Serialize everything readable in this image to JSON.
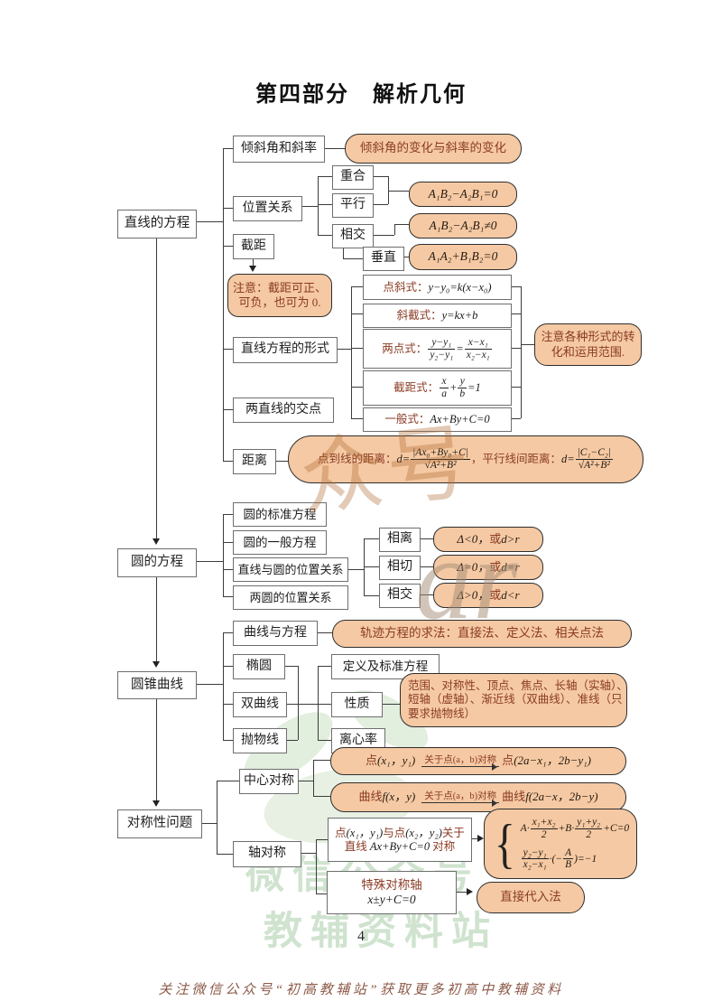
{
  "title": "第四部分　解析几何",
  "page_number": "4",
  "footer": "关注微信公众号“初高教辅站”获取更多初高中教辅资料",
  "colors": {
    "pill_fill": "#f5c9a3",
    "pill_border": "#2e2e2e",
    "pill_text": "#8a3b24",
    "box_border": "#6e6e6e",
    "watermark_green": "#cfe3cf",
    "footer_text": "#8d5a49"
  },
  "watermarks": {
    "brush": "众号",
    "script_letters": "ar",
    "wechat_account": "微信公众号",
    "site_name": "教辅资料站"
  },
  "line_section": {
    "root": "直线的方程",
    "slope_label": "倾斜角和斜率",
    "slope_note": "倾斜角的变化与斜率的变化",
    "position_label": "位置关系",
    "coincide": "重合",
    "parallel": "平行",
    "intersect": "相交",
    "perpendicular": "垂直",
    "eq_coincide_parallel": "A₁B₂−A₂B₁=0",
    "eq_intersect": "A₁B₂−A₂B₁≠0",
    "eq_perpendicular": "A₁A₂+B₁B₂=0",
    "intercept_label": "截距",
    "intercept_note1": "注意：截距可正、",
    "intercept_note2": "可负，也可为 0.",
    "forms_label": "直线方程的形式",
    "point_slope_label": "点斜式：",
    "point_slope_formula": "y−y₀=k(x−x₀)",
    "slope_intercept_label": "斜截式：",
    "slope_intercept_formula": "y=kx+b",
    "two_point_label": "两点式：",
    "two_point_num1": "y−y₁",
    "two_point_den1": "y₂−y₁",
    "two_point_eq": "=",
    "two_point_num2": "x−x₁",
    "two_point_den2": "x₂−x₁",
    "intercept_form_label": "截距式：",
    "intercept_form_num1": "x",
    "intercept_form_den1": "a",
    "intercept_form_plus": "+",
    "intercept_form_num2": "y",
    "intercept_form_den2": "b",
    "intercept_form_eq": "=1",
    "general_label": "一般式：",
    "general_formula": "Ax+By+C=0",
    "forms_note1": "注意各种形式的转",
    "forms_note2": "化和运用范围.",
    "intersection_label": "两直线的交点",
    "distance_label": "距离",
    "distance_point_label": "点到线的距离：",
    "distance_d1": "d=",
    "distance_num1": "|Ax₀+By₀+C|",
    "sqrt_sign": "√",
    "distance_rad1": "A²+B²",
    "distance_sep": "，",
    "distance_parallel_label": "平行线间距离：",
    "distance_d2": "d=",
    "distance_num2": "|C₁−C₂|",
    "distance_rad2": "A²+B²"
  },
  "circle_section": {
    "root": "圆的方程",
    "standard": "圆的标准方程",
    "general": "圆的一般方程",
    "line_circle": "直线与圆的位置关系",
    "two_circles": "两圆的位置关系",
    "separate_label": "相离",
    "separate_pre": "Δ<0，",
    "separate_or": "或",
    "separate_post": " d>r",
    "tangent_label": "相切",
    "tangent_pre": "Δ=0，",
    "tangent_or": "或",
    "tangent_post": " d=r",
    "intersect_label": "相交",
    "intersect_pre": "Δ>0，",
    "intersect_or": "或",
    "intersect_post": " d<r"
  },
  "conic_section": {
    "root": "圆锥曲线",
    "curve_label": "曲线与方程",
    "curve_note": "轨迹方程的求法：直接法、定义法、相关点法",
    "ellipse": "椭圆",
    "hyperbola": "双曲线",
    "parabola": "抛物线",
    "definition": "定义及标准方程",
    "property": "性质",
    "eccentricity": "离心率",
    "property_note1": "范围、对称性、顶点、焦点、长轴（实轴）、",
    "property_note2": "短轴（虚轴）、渐近线（双曲线）、准线（只",
    "property_note3": "要求抛物线）"
  },
  "symmetry_section": {
    "root": "对称性问题",
    "central_label": "中心对称",
    "point_pre_cn": "点",
    "point_pre_m": "(x₁，y₁)",
    "point_over": "关于点(a，b)对称",
    "point_post_cn": "点",
    "point_post_m": "(2a−x₁，2b−y₁)",
    "curve_pre_cn": "曲线 ",
    "curve_pre_m": "f(x，y)",
    "curve_over": "关于点(a，b)对称",
    "curve_post_cn": "曲线 ",
    "curve_post_m": "f(2a−x，2b−y)",
    "axial_label": "轴对称",
    "condA_p1": "点",
    "condA_p2": "(x₁，y₁)",
    "condA_p3": "与点",
    "condA_p4": "(x₂，y₂)",
    "condA_p5": "关于",
    "condA_p6": "直线 ",
    "condA_p7": "Ax+By+C=0",
    "condA_p8": " 对称",
    "sys_brace": "{",
    "sys_l1a": "A·",
    "sys_l1n1": "x₁+x₂",
    "sys_l1d1": "2",
    "sys_l1b": "+B·",
    "sys_l1n2": "y₁+y₂",
    "sys_l1d2": "2",
    "sys_l1c": "+C=0",
    "sys_l2n1": "y₂−y₁",
    "sys_l2d1": "x₂−x₁",
    "sys_l2a": "·(−",
    "sys_l2n2": "A",
    "sys_l2d2": "B",
    "sys_l2b": ")=−1",
    "special1": "特殊对称轴",
    "special2": "x±y+C=0",
    "method": "直接代入法"
  }
}
